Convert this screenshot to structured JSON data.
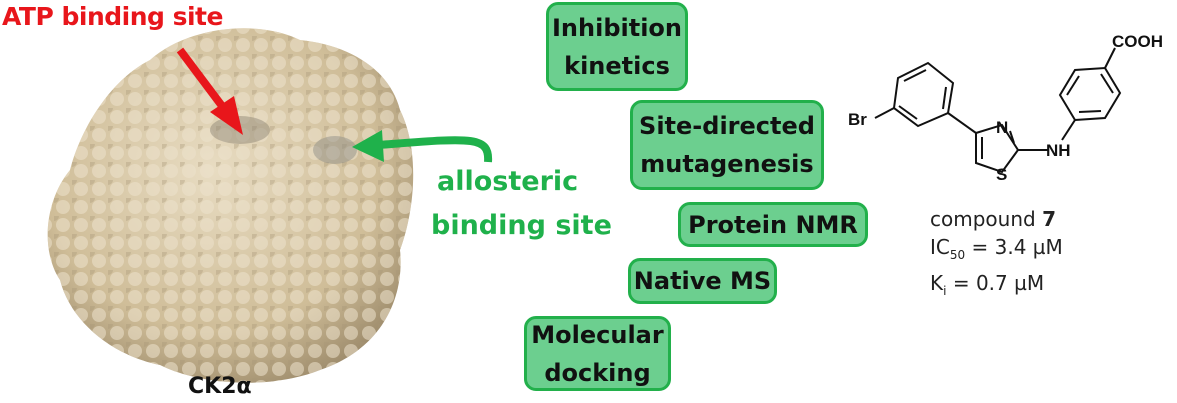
{
  "protein": {
    "atp_label": "ATP binding site",
    "allosteric_label_line1": "allosteric",
    "allosteric_label_line2": "binding site",
    "protein_name": "CK2α"
  },
  "methods": [
    {
      "line1": "Inhibition",
      "line2": "kinetics"
    },
    {
      "line1": "Site-directed",
      "line2": "mutagenesis"
    },
    {
      "line1": "Protein NMR"
    },
    {
      "line1": "Native MS"
    },
    {
      "line1": "Molecular",
      "line2": "docking"
    }
  ],
  "compound": {
    "atoms": {
      "br": "Br",
      "n": "N",
      "s": "S",
      "nh": "NH",
      "cooh": "COOH"
    },
    "name_prefix": "compound ",
    "number": "7",
    "ic50_label": "IC",
    "ic50_sub": "50",
    "ic50_value": " = 3.4 µM",
    "ki_label": "K",
    "ki_sub": "i",
    "ki_value": " = 0.7 µM"
  },
  "colors": {
    "red": "#e8161b",
    "green": "#1fb14b",
    "box_fill": "#6ccf8f",
    "protein": "#d9c9a6"
  }
}
